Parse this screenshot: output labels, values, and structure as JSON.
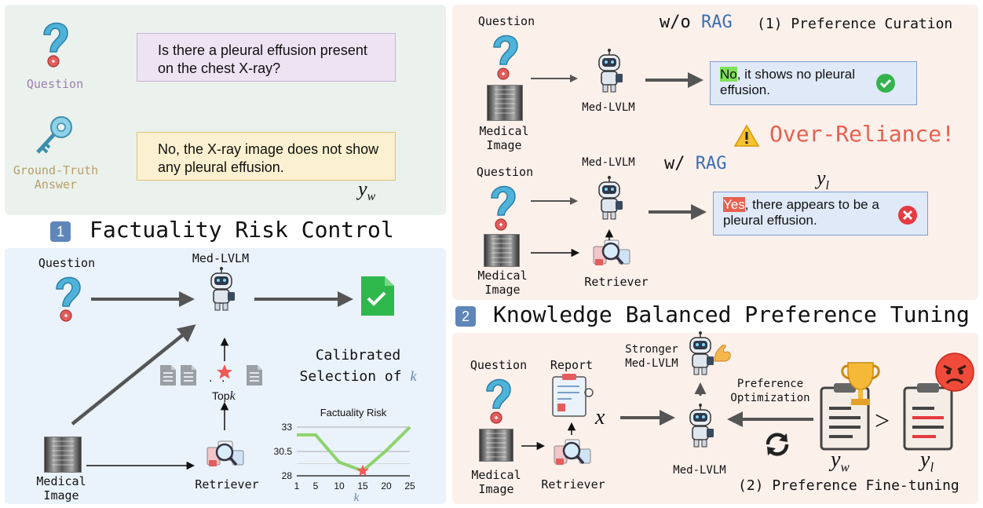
{
  "factuality": {
    "question_label": "Question",
    "question_text": "Is there a pleural effusion present on the chest X-ray?",
    "answer_label": "Ground-Truth\nAnswer",
    "answer_text": "No, the X-ray image does not show any pleural effusion.",
    "yw": "y",
    "yw_sub": "w"
  },
  "section1": {
    "number": "1",
    "title": "Factuality Risk Control"
  },
  "risk_panel": {
    "question_label": "Question",
    "medlvlm_label": "Med-LVLM",
    "medical_image_label": "Medical\nImage",
    "retriever_label": "Retriever",
    "topk_label": "Top",
    "topk_var": "k",
    "calibrated_label": "Calibrated\nSelection of ",
    "calibrated_var": "k"
  },
  "chart_data": {
    "type": "line",
    "title": "Factuality Risk",
    "xlabel": "k",
    "ylabel": "",
    "x_ticks": [
      "1",
      "5",
      "10",
      "15",
      "20",
      "25"
    ],
    "y_ticks": [
      "28",
      "30.5",
      "33"
    ],
    "x": [
      1,
      5,
      10,
      15,
      20,
      25
    ],
    "values": [
      32.2,
      32.2,
      29.4,
      28.5,
      30.6,
      33
    ],
    "highlight_x": 15,
    "ylim": [
      28,
      33
    ],
    "colors": {
      "line": "#8ed36b",
      "star": "#ef5b54"
    }
  },
  "rag": {
    "question_label": "Question",
    "medical_image_label": "Medical\nImage",
    "medlvlm_label": "Med-LVLM",
    "wo_prefix": "w/o ",
    "rag_word": "RAG",
    "w_prefix": "w/ ",
    "preference_curation": "(1) Preference Curation",
    "no_word": "No",
    "no_rest": ", it shows no pleural effusion.",
    "overreliance": "Over-Reliance!",
    "yl": "y",
    "yl_sub": "l",
    "yes_word": "Yes",
    "yes_rest": ", there appears to be a pleural effusion.",
    "retriever_label": "Retriever",
    "question_label_2": "Question",
    "medical_image_label_2": "Medical\nImage",
    "medlvlm_label_2": "Med-LVLM"
  },
  "section2": {
    "number": "2",
    "title": "Knowledge Balanced Preference Tuning"
  },
  "tuning": {
    "question_label": "Question",
    "report_label": "Report",
    "stronger_label": "Stronger\nMed-LVLM",
    "preference_optimization": "Preference\nOptimization",
    "x_var": "x",
    "medlvlm_label": "Med-LVLM",
    "medical_image_label": "Medical\nImage",
    "retriever_label": "Retriever",
    "gt": ">",
    "yw": "y",
    "yw_sub": "w",
    "yl": "y",
    "yl_sub": "l",
    "finetuning": "(2) Preference Fine-tuning"
  },
  "colors": {
    "panel_green": "#ebf1ec",
    "panel_blue": "#eaf2fb",
    "panel_pink": "#fcf0eb",
    "rag_blue": "#3a6eb5",
    "warning_red": "#e8604f",
    "yes_red": "#e8604f",
    "no_green": "#7fe05a"
  }
}
